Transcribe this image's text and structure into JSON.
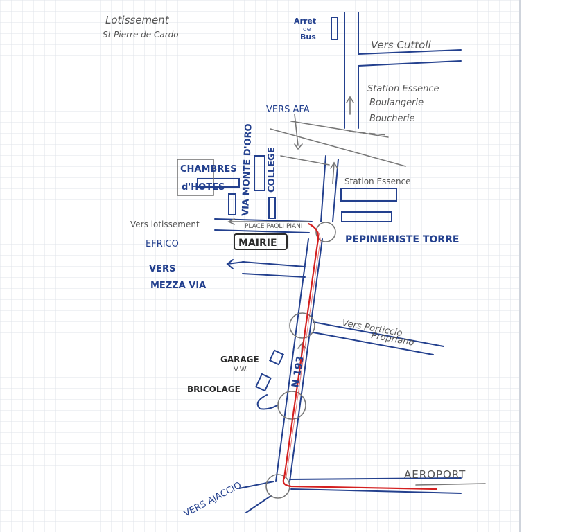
{
  "sheet": {
    "title_line1": "Lotissement",
    "title_line2": "St Pierre de Cardo"
  },
  "labels": {
    "bus_stop": [
      "Arret",
      "de",
      "Bus"
    ],
    "vers_cuttoli": "Vers Cuttoli",
    "gas_station_1": "Station Essence",
    "bakery": "Boulangerie",
    "butcher": "Boucherie",
    "vers_afa": "VERS AFA",
    "chambres": "CHAMBRES",
    "hotes": "d'HOTES",
    "via_monte": "VIA MONTE D'ORO",
    "college": "COLLEGE",
    "gas_station_2": "Station Essence",
    "pepiniere": "PEPINIERISTE TORRE",
    "place": "PLACE PAOLI PIANI",
    "vers_efrico_1": "Vers lotissement",
    "vers_efrico_2": "EFRICO",
    "mairie": "MAIRIE",
    "vers_mezza_1": "VERS",
    "vers_mezza_2": "MEZZA VIA",
    "vers_porticcio": "Vers Porticcio",
    "propriano": "Propriano",
    "garage_1": "GARAGE",
    "garage_2": "V.W.",
    "bricolage": "BRICOLAGE",
    "n193": "N 193",
    "aeroport": "AEROPORT",
    "vers_ajaccio": "VERS AJACCIO"
  },
  "colors": {
    "grid": "#dfe3ea",
    "ink_blue": "#23408e",
    "ink_gray": "#666666",
    "ink_red": "#d42020"
  }
}
